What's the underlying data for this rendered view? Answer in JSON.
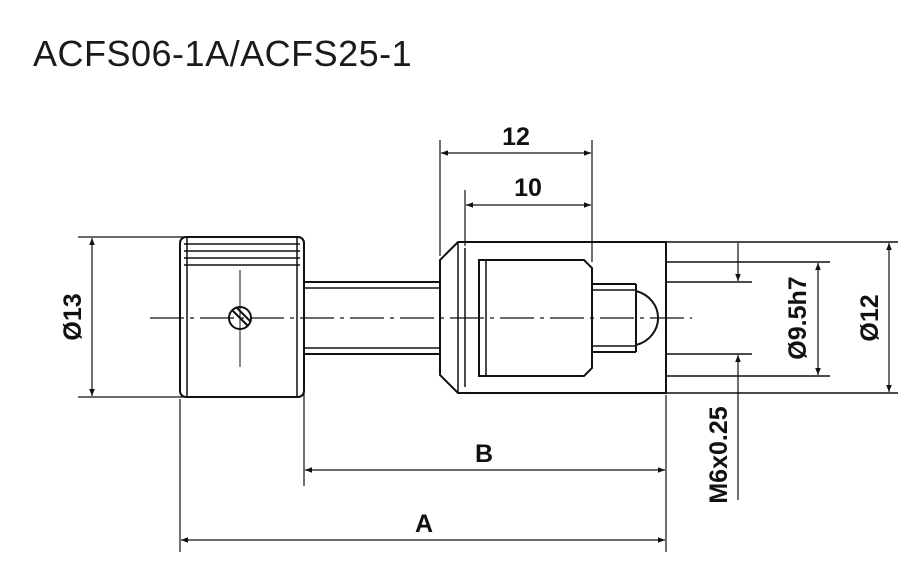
{
  "title": "ACFS06-1A/ACFS25-1",
  "dimensions": {
    "d_12_top": "12",
    "d_10": "10",
    "dia_13": "Ø13",
    "dia_9_5": "Ø9.5h7",
    "dia_12": "Ø12",
    "thread": "M6x0.25",
    "b": "B",
    "a": "A"
  }
}
